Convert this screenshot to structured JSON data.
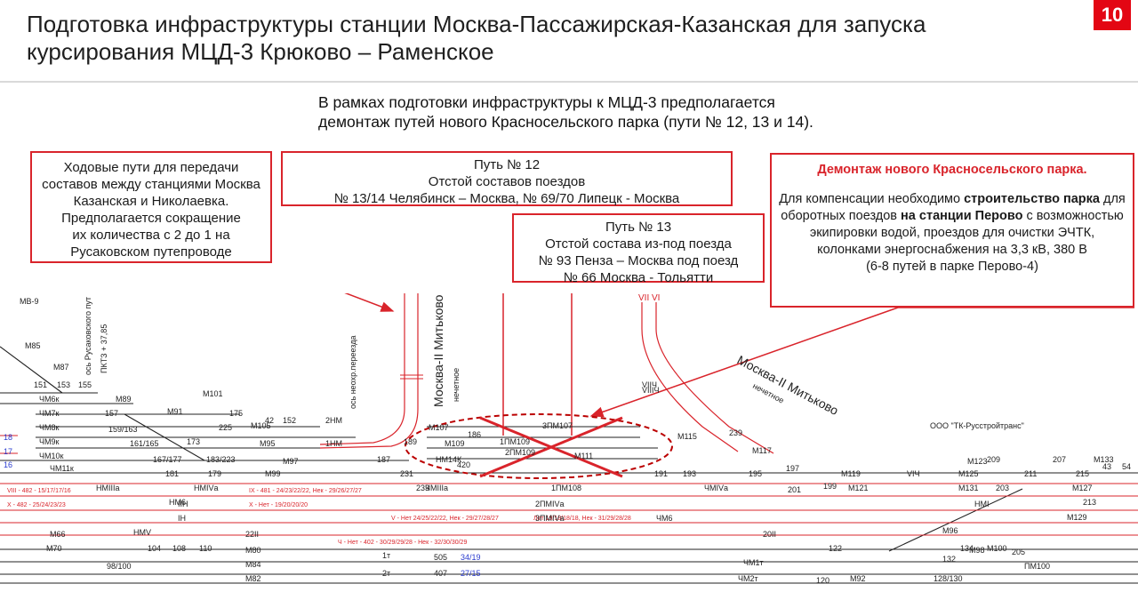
{
  "header": {
    "title_line1": "Подготовка инфраструктуры станции Москва-Пассажирская-Казанская  для запуска",
    "title_line2": "курсирования МЦД-3 Крюково – Раменское",
    "slide_number": "10",
    "accent_color": "#e30613"
  },
  "intro": {
    "line1": "В рамках подготовки инфраструктуры к МЦД-3 предполагается",
    "line2": "демонтаж путей нового Красносельского парка (пути № 12, 13 и 14)."
  },
  "callouts": {
    "running_tracks": {
      "line1": "Ходовые пути для передачи",
      "line2": "составов между станциями Москва",
      "line3": "Казанская и Николаевка.",
      "line4": "Предполагается сокращение",
      "line5": "их количества с 2 до 1 на",
      "line6": "Русаковском путепроводе"
    },
    "track12": {
      "line1": "Путь № 12",
      "line2": "Отстой составов поездов",
      "line3": "№ 13/14 Челябинск – Москва, № 69/70 Липецк - Москва"
    },
    "track13": {
      "line1": "Путь № 13",
      "line2": "Отстой состава из-под поезда",
      "line3": "№ 93 Пенза – Москва под поезд",
      "line4": "№ 66 Москва - Тольятти"
    },
    "dismantle": {
      "heading": "Демонтаж нового Красносельского парка.",
      "p1": "Для компенсации  необходимо ",
      "p1_bold": "строительство парка",
      "p2": " для оборотных поездов ",
      "p2_bold": "на станции Перово",
      "p3": " с возможностью экипировки водой, проездов для очистки ЭЧТК, колонками энергоснабжения на 3,3 кВ, 380 В",
      "p4": "(6-8 путей в парке Перово-4)"
    }
  },
  "schematic": {
    "labels": {
      "mb9": "МВ-9",
      "rusakov_axis": "ось Русаковского пут",
      "pk": "ПКТЗ + 37,85",
      "crossing_axis": "ось неохр.переезда",
      "mitkovo_left": "Москва-II Митьково",
      "odd_left": "нечетное",
      "mitkovo_right": "Москва-II Митьково",
      "odd_right": "нечетное",
      "vii_vi": "VII VI",
      "rusprom": "ООО \"ТК-Русстройтранс\""
    },
    "signals": [
      "М85",
      "М87",
      "М89",
      "ЧМ6к",
      "ЧМ7к",
      "ЧМ8к",
      "ЧМ9к",
      "ЧМ10к",
      "ЧМ11к",
      "М91",
      "М101",
      "М105",
      "М95",
      "М97",
      "М99",
      "М107",
      "М109",
      "М111",
      "М115",
      "М117",
      "М119",
      "М121",
      "М123",
      "М125",
      "М127",
      "М129",
      "М131",
      "М133",
      "М66",
      "М70",
      "М80",
      "М84",
      "М82",
      "М92",
      "М96",
      "М98",
      "М100",
      "ЧМIIIа",
      "ЧМIVа",
      "ЧМ1т",
      "ЧМ2т",
      "ЧМ6",
      "НМ6",
      "НМIIIа",
      "НМIVа",
      "НМ14К",
      "НМI",
      "НМV",
      "IIН",
      "IН",
      "2НМ",
      "1НМ",
      "1ПМ109",
      "2ПМ109",
      "3ПМ107",
      "1ПМ108",
      "2ПМIVа",
      "3ПМIVа",
      "ПМ100",
      "VIIЧ",
      "VIЧ",
      "VIIIЧ"
    ],
    "km_numbers": [
      "151",
      "153",
      "155",
      "157",
      "159/163",
      "161/165",
      "167/177",
      "173",
      "175",
      "181",
      "179",
      "183/223",
      "225",
      "42",
      "152",
      "187",
      "189",
      "231",
      "233",
      "420",
      "186",
      "193",
      "191",
      "195",
      "197",
      "199",
      "201",
      "203",
      "205",
      "207",
      "209",
      "211",
      "213",
      "215",
      "239",
      "43",
      "54",
      "104",
      "108",
      "110",
      "98/100",
      "122",
      "128/130",
      "132",
      "134",
      "120",
      "22II",
      "20II",
      "1т",
      "2т",
      "505",
      "407",
      "34/19",
      "27/15",
      "18",
      "17",
      "16"
    ],
    "red_tracks": [
      "VIII - 482 - 15/17/17/16",
      "IX - 481 - 24/23/22/22, Нек - 29/26/27/27",
      "X - 482 - 25/24/23/23",
      "X - Нет - 19/20/20/20",
      "V - Нет 24/25/22/22, Нек - 29/27/28/27",
      "Лит 19/18/18/18, Нек - 31/29/28/28",
      "Ч - Нет - 402 - 30/29/29/28 - Нек - 32/30/30/29"
    ],
    "colors": {
      "track": "#222222",
      "highlight_track": "#d9242b",
      "label_blue": "#2b3ccf",
      "cross": "#d9242b"
    }
  }
}
